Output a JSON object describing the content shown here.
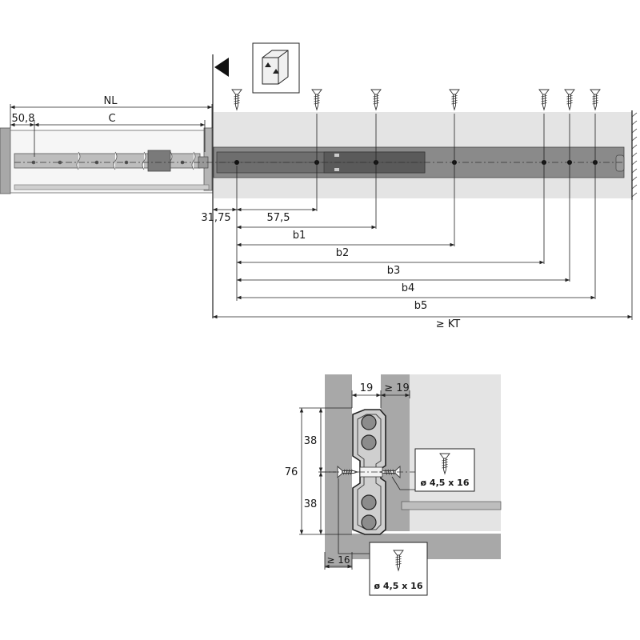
{
  "side_view": {
    "dims": {
      "nl": "NL",
      "c": "C",
      "d508": "50,8",
      "d3175": "31,75",
      "d575": "57,5",
      "b1": "b1",
      "b2": "b2",
      "b3": "b3",
      "b4": "b4",
      "b5": "b5",
      "kt": "≥ KT"
    }
  },
  "cross_section": {
    "dims": {
      "w19": "19",
      "wmin19": "≥ 19",
      "h76": "76",
      "h38_top": "38",
      "h38_bottom": "38",
      "min16": "≥ 16"
    },
    "screw_cabinet": "ø 4,5 x 16",
    "screw_drawer": "ø 4,5 x 16"
  },
  "colors": {
    "panel_light": "#e3e3e3",
    "panel_mid": "#a8a8a8",
    "rail_dark": "#6e6e6e",
    "line": "#222222"
  }
}
